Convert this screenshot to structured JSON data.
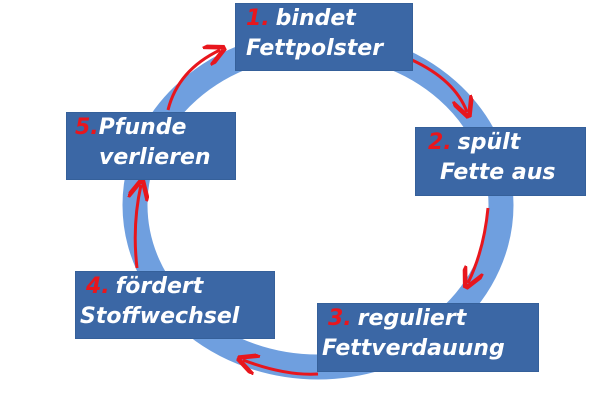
{
  "diagram": {
    "type": "cycle",
    "ring_color": "#6f9fdf",
    "box_color": "#3b67a5",
    "arrow_color": "#e8161d",
    "text_color": "#ffffff",
    "steps": [
      {
        "number": "1.",
        "line1": "bindet",
        "line2": "Fettpolster"
      },
      {
        "number": "2.",
        "line1": "spült",
        "line2": "Fette aus"
      },
      {
        "number": "3.",
        "line1": "reguliert",
        "line2": "Fettverdauung"
      },
      {
        "number": "4.",
        "line1": "fördert",
        "line2": "Stoffwechsel"
      },
      {
        "number": "5.",
        "line1": "Pfunde",
        "line2": "verlieren"
      }
    ]
  }
}
